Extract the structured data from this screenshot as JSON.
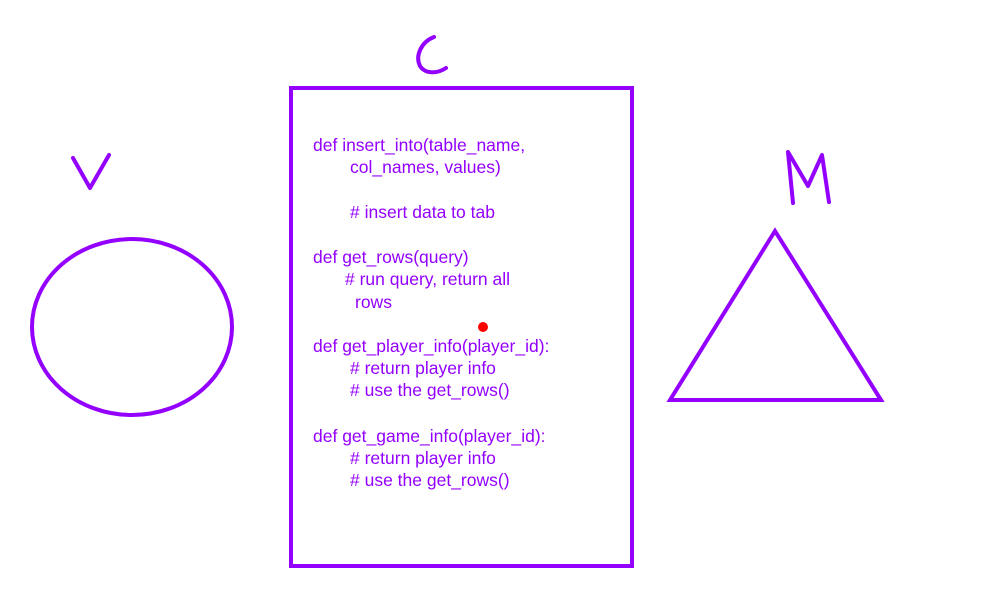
{
  "colors": {
    "ink": "#9400ff",
    "pointer": "#ff0000",
    "background": "#ffffff"
  },
  "labels": {
    "view": "V",
    "controller": "C",
    "model": "M"
  },
  "controller_box": {
    "lines": [
      "def insert_into(table_name,",
      "col_names, values)",
      "# insert data to tab",
      "def get_rows(query)",
      "# run query, return all",
      "rows",
      "def get_player_info(player_id):",
      "# return player info",
      "# use the get_rows()",
      "def get_game_info(player_id):",
      "# return player info",
      "# use the get_rows()"
    ]
  }
}
